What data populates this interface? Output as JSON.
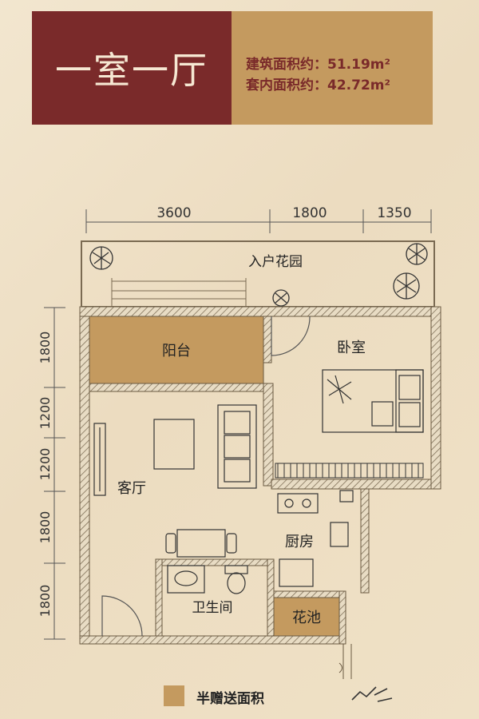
{
  "header": {
    "title": "一室一厅",
    "area_build": "建筑面积约：51.19m²",
    "area_inner": "套内面积约：42.72m²"
  },
  "dims": {
    "top": [
      "3600",
      "1800",
      "1350"
    ],
    "left": [
      "1800",
      "1200",
      "1200",
      "1800",
      "1800"
    ]
  },
  "rooms": {
    "garden": "入户花园",
    "balcony": "阳台",
    "bedroom": "卧室",
    "living": "客厅",
    "kitchen": "厨房",
    "bathroom": "卫生间",
    "planter": "花池"
  },
  "legend": {
    "label": "半赠送面积",
    "color": "#c49a5f"
  },
  "colors": {
    "header_left": "#7a2a2a",
    "header_right": "#c49a5f",
    "wall": "#8a7a60",
    "gift_area": "#c49a5f"
  }
}
